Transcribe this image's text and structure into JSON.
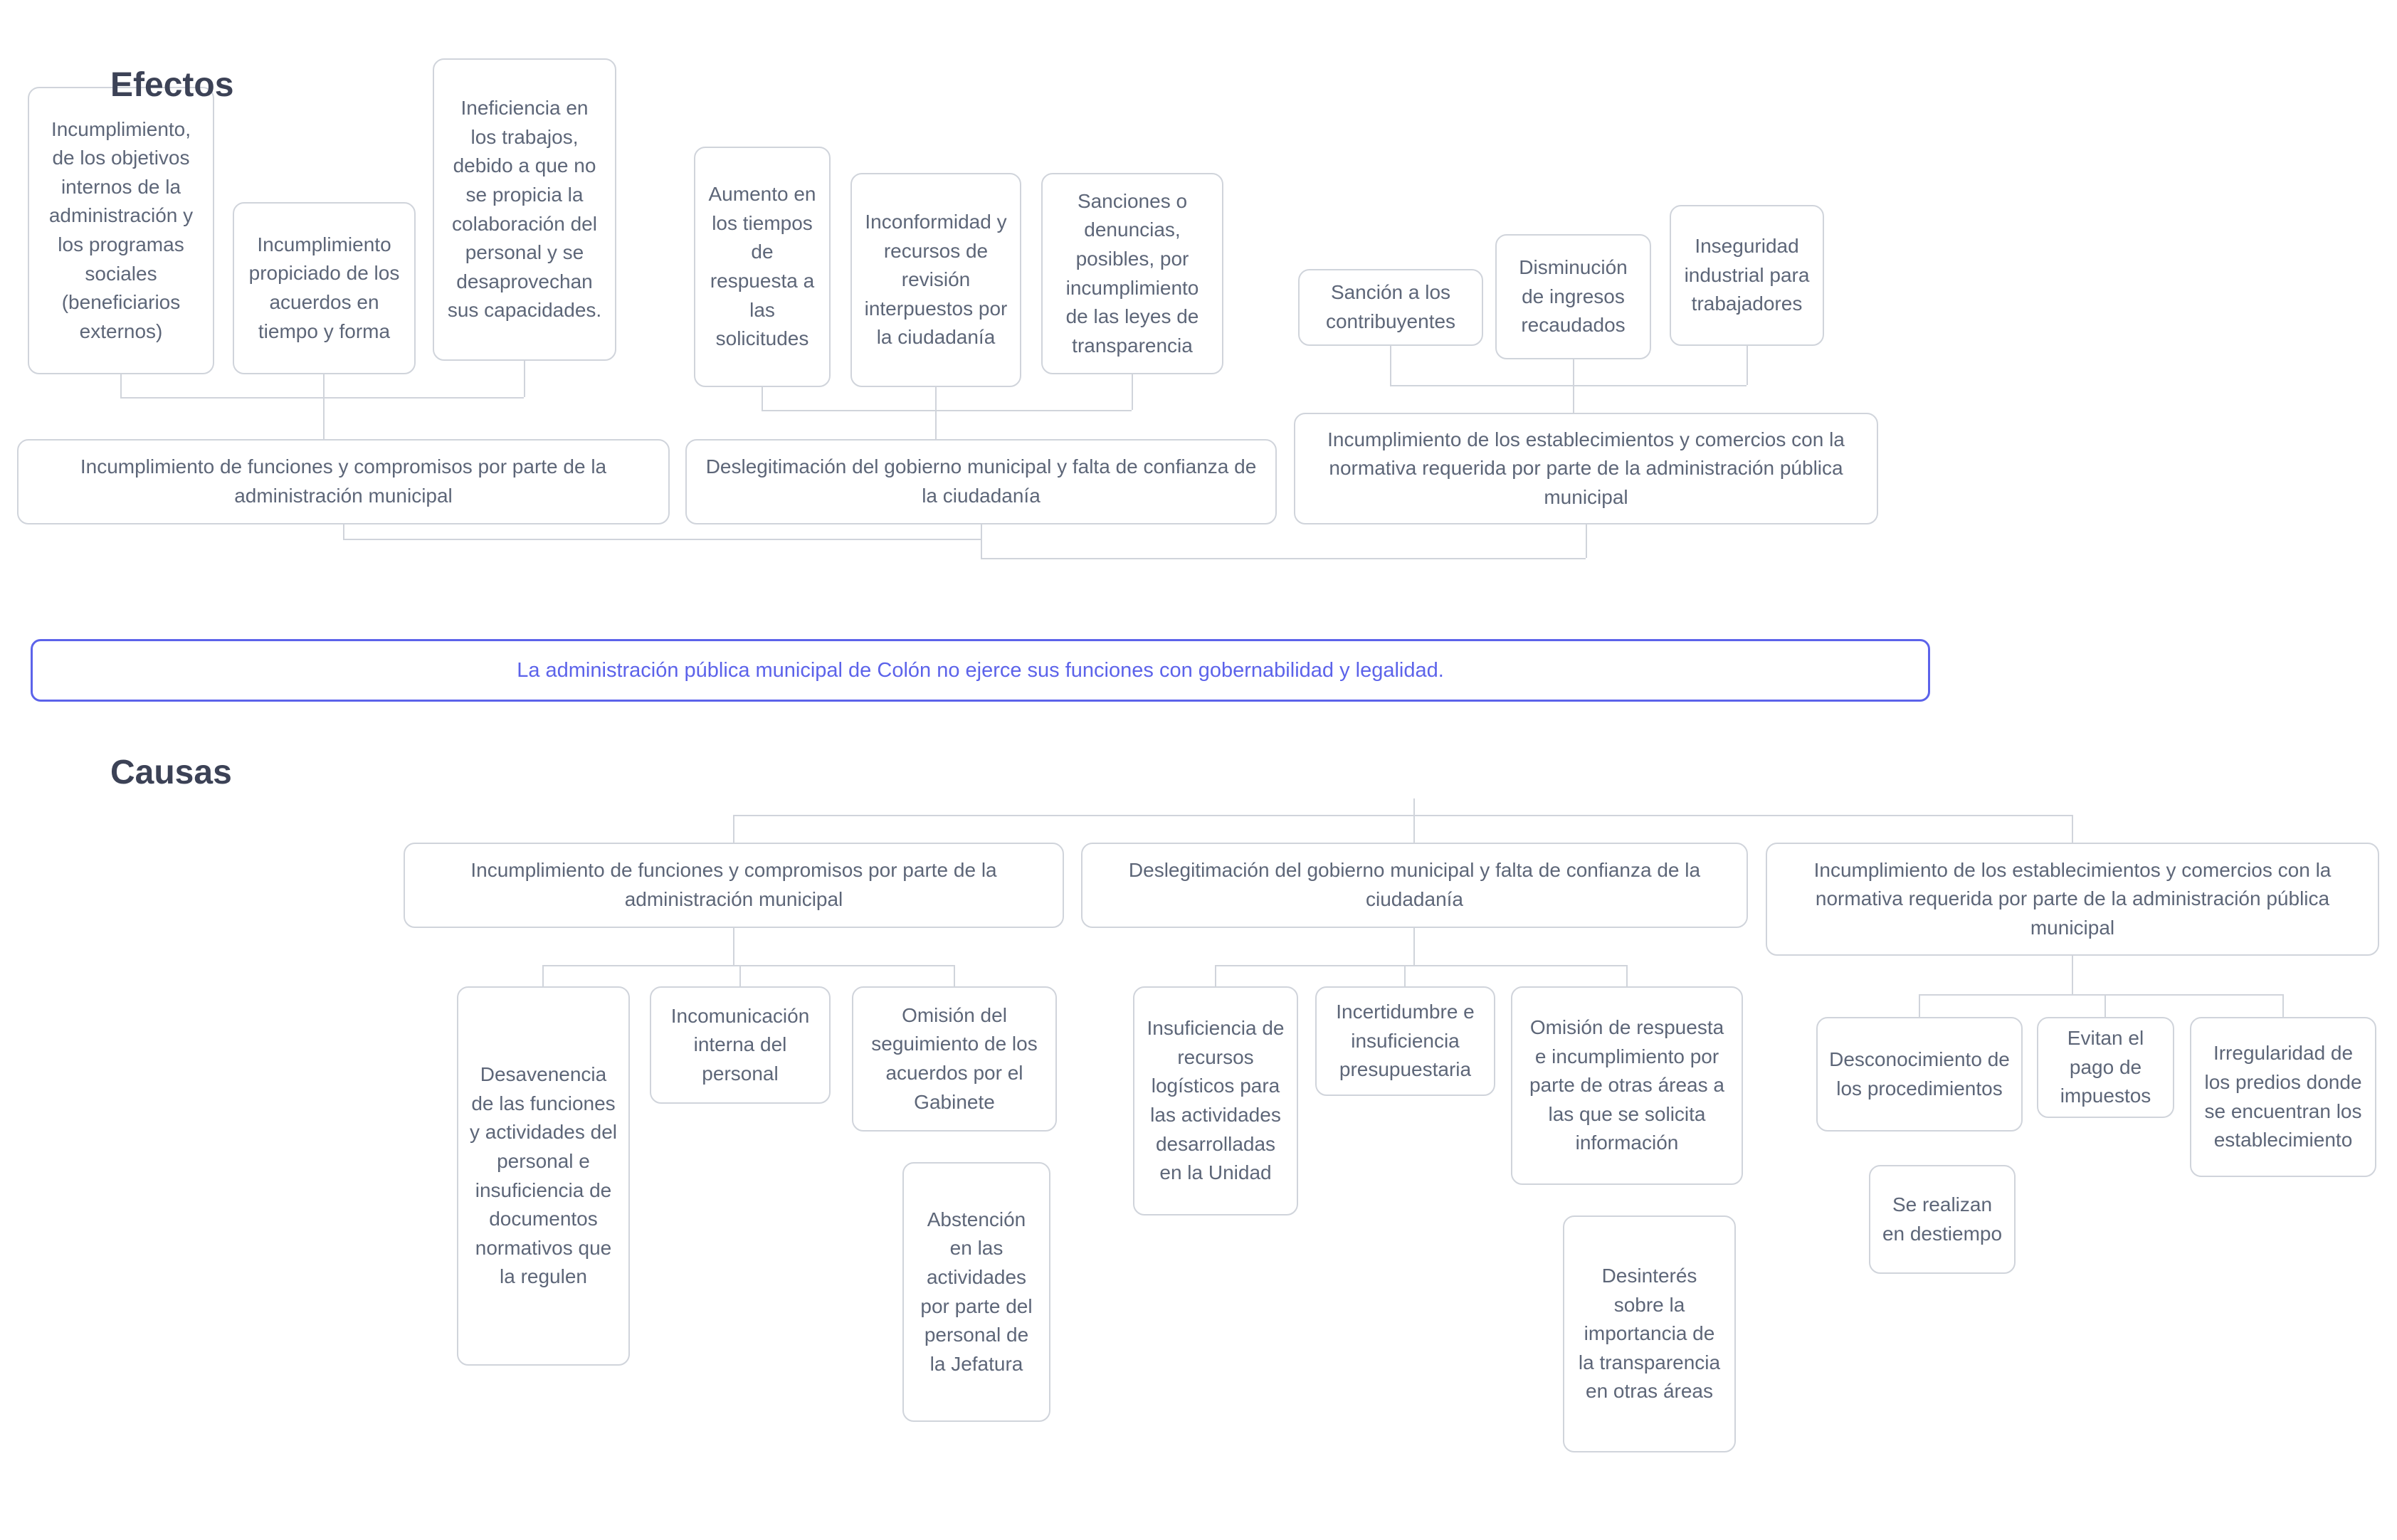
{
  "effects": {
    "title": "Efectos",
    "leaf": [
      "Incumplimiento, de los objetivos internos de la administración y los programas sociales (beneficiarios externos)",
      "Incumplimiento propiciado de los acuerdos en tiempo y forma",
      "Ineficiencia en los trabajos, debido a que no se propicia la colaboración del personal y se desaprovechan sus capacidades.",
      "Aumento en los tiempos de respuesta a las solicitudes",
      "Inconformidad y recursos de revisión interpuestos por la ciudadanía",
      "Sanciones o denuncias, posibles, por incumplimiento de las leyes de transparencia",
      "Sanción a los contribuyentes",
      "Disminución de ingresos recaudados",
      "Inseguridad industrial para trabajadores"
    ],
    "mid": [
      "Incumplimiento de funciones y compromisos por parte de la administración municipal",
      "Deslegitimación del gobierno municipal y falta de confianza de la ciudadanía",
      "Incumplimiento de los establecimientos y comercios con la normativa requerida por parte de la administración pública municipal"
    ]
  },
  "problem": "La administración pública municipal de Colón no ejerce sus funciones con gobernabilidad y legalidad.",
  "causes": {
    "title": "Causas",
    "main": [
      "Incumplimiento de funciones y compromisos por parte de la administración municipal",
      "Deslegitimación del gobierno municipal y falta de confianza de la ciudadanía",
      "Incumplimiento de los establecimientos y comercios con la normativa requerida por parte de la administración pública municipal"
    ],
    "sub": [
      "Desavenencia de las funciones y actividades del personal e insuficiencia de documentos normativos que la regulen",
      "Incomunicación interna del personal",
      "Omisión del seguimiento de los acuerdos por el Gabinete",
      "Abstención en las actividades por parte del personal de la Jefatura",
      "Insuficiencia de recursos logísticos para las actividades desarrolladas en la Unidad",
      "Incertidumbre e insuficiencia presupuestaria",
      "Omisión de respuesta e incumplimiento por parte de otras áreas a las que se solicita información",
      "Desinterés sobre la importancia de la transparencia en otras áreas",
      "Desconocimiento de los procedimientos",
      "Evitan el pago de impuestos",
      "Irregularidad de los predios donde se encuentran los establecimiento",
      "Se realizan en destiempo"
    ]
  },
  "colors": {
    "accent_blue": "#5c63ea",
    "node_border": "#d0d4db",
    "node_text": "#5d6678",
    "title_text": "#3c4256"
  }
}
